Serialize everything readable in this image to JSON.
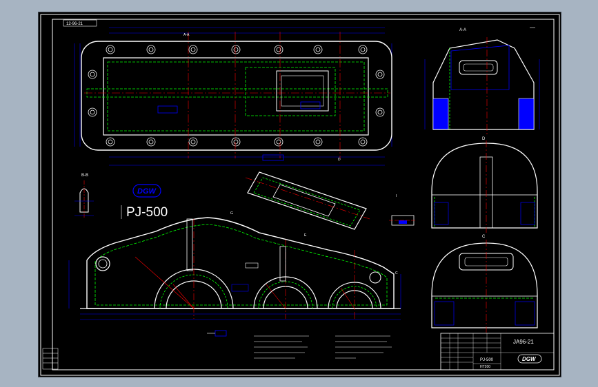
{
  "drawing": {
    "drawing_number": "JA96-21",
    "model": "PJ-500",
    "logo_text": "DGW",
    "top_tag": "12-96-21",
    "view_labels": {
      "section_a": "A-A",
      "section_b": "B-B",
      "view_c": "C",
      "view_d": "D",
      "view_e": "E",
      "view_g": "G",
      "detail_i": "I"
    },
    "title_block": {
      "name": "PJ-500",
      "material": "HT200",
      "logo": "DGW"
    }
  },
  "colors": {
    "background": "#000000",
    "outline": "#ffffff",
    "dimension": "#0000ff",
    "center_line": "#ff0000",
    "hidden_line": "#00ff00",
    "hatching": "#0000ff",
    "text": "#ffffff"
  }
}
